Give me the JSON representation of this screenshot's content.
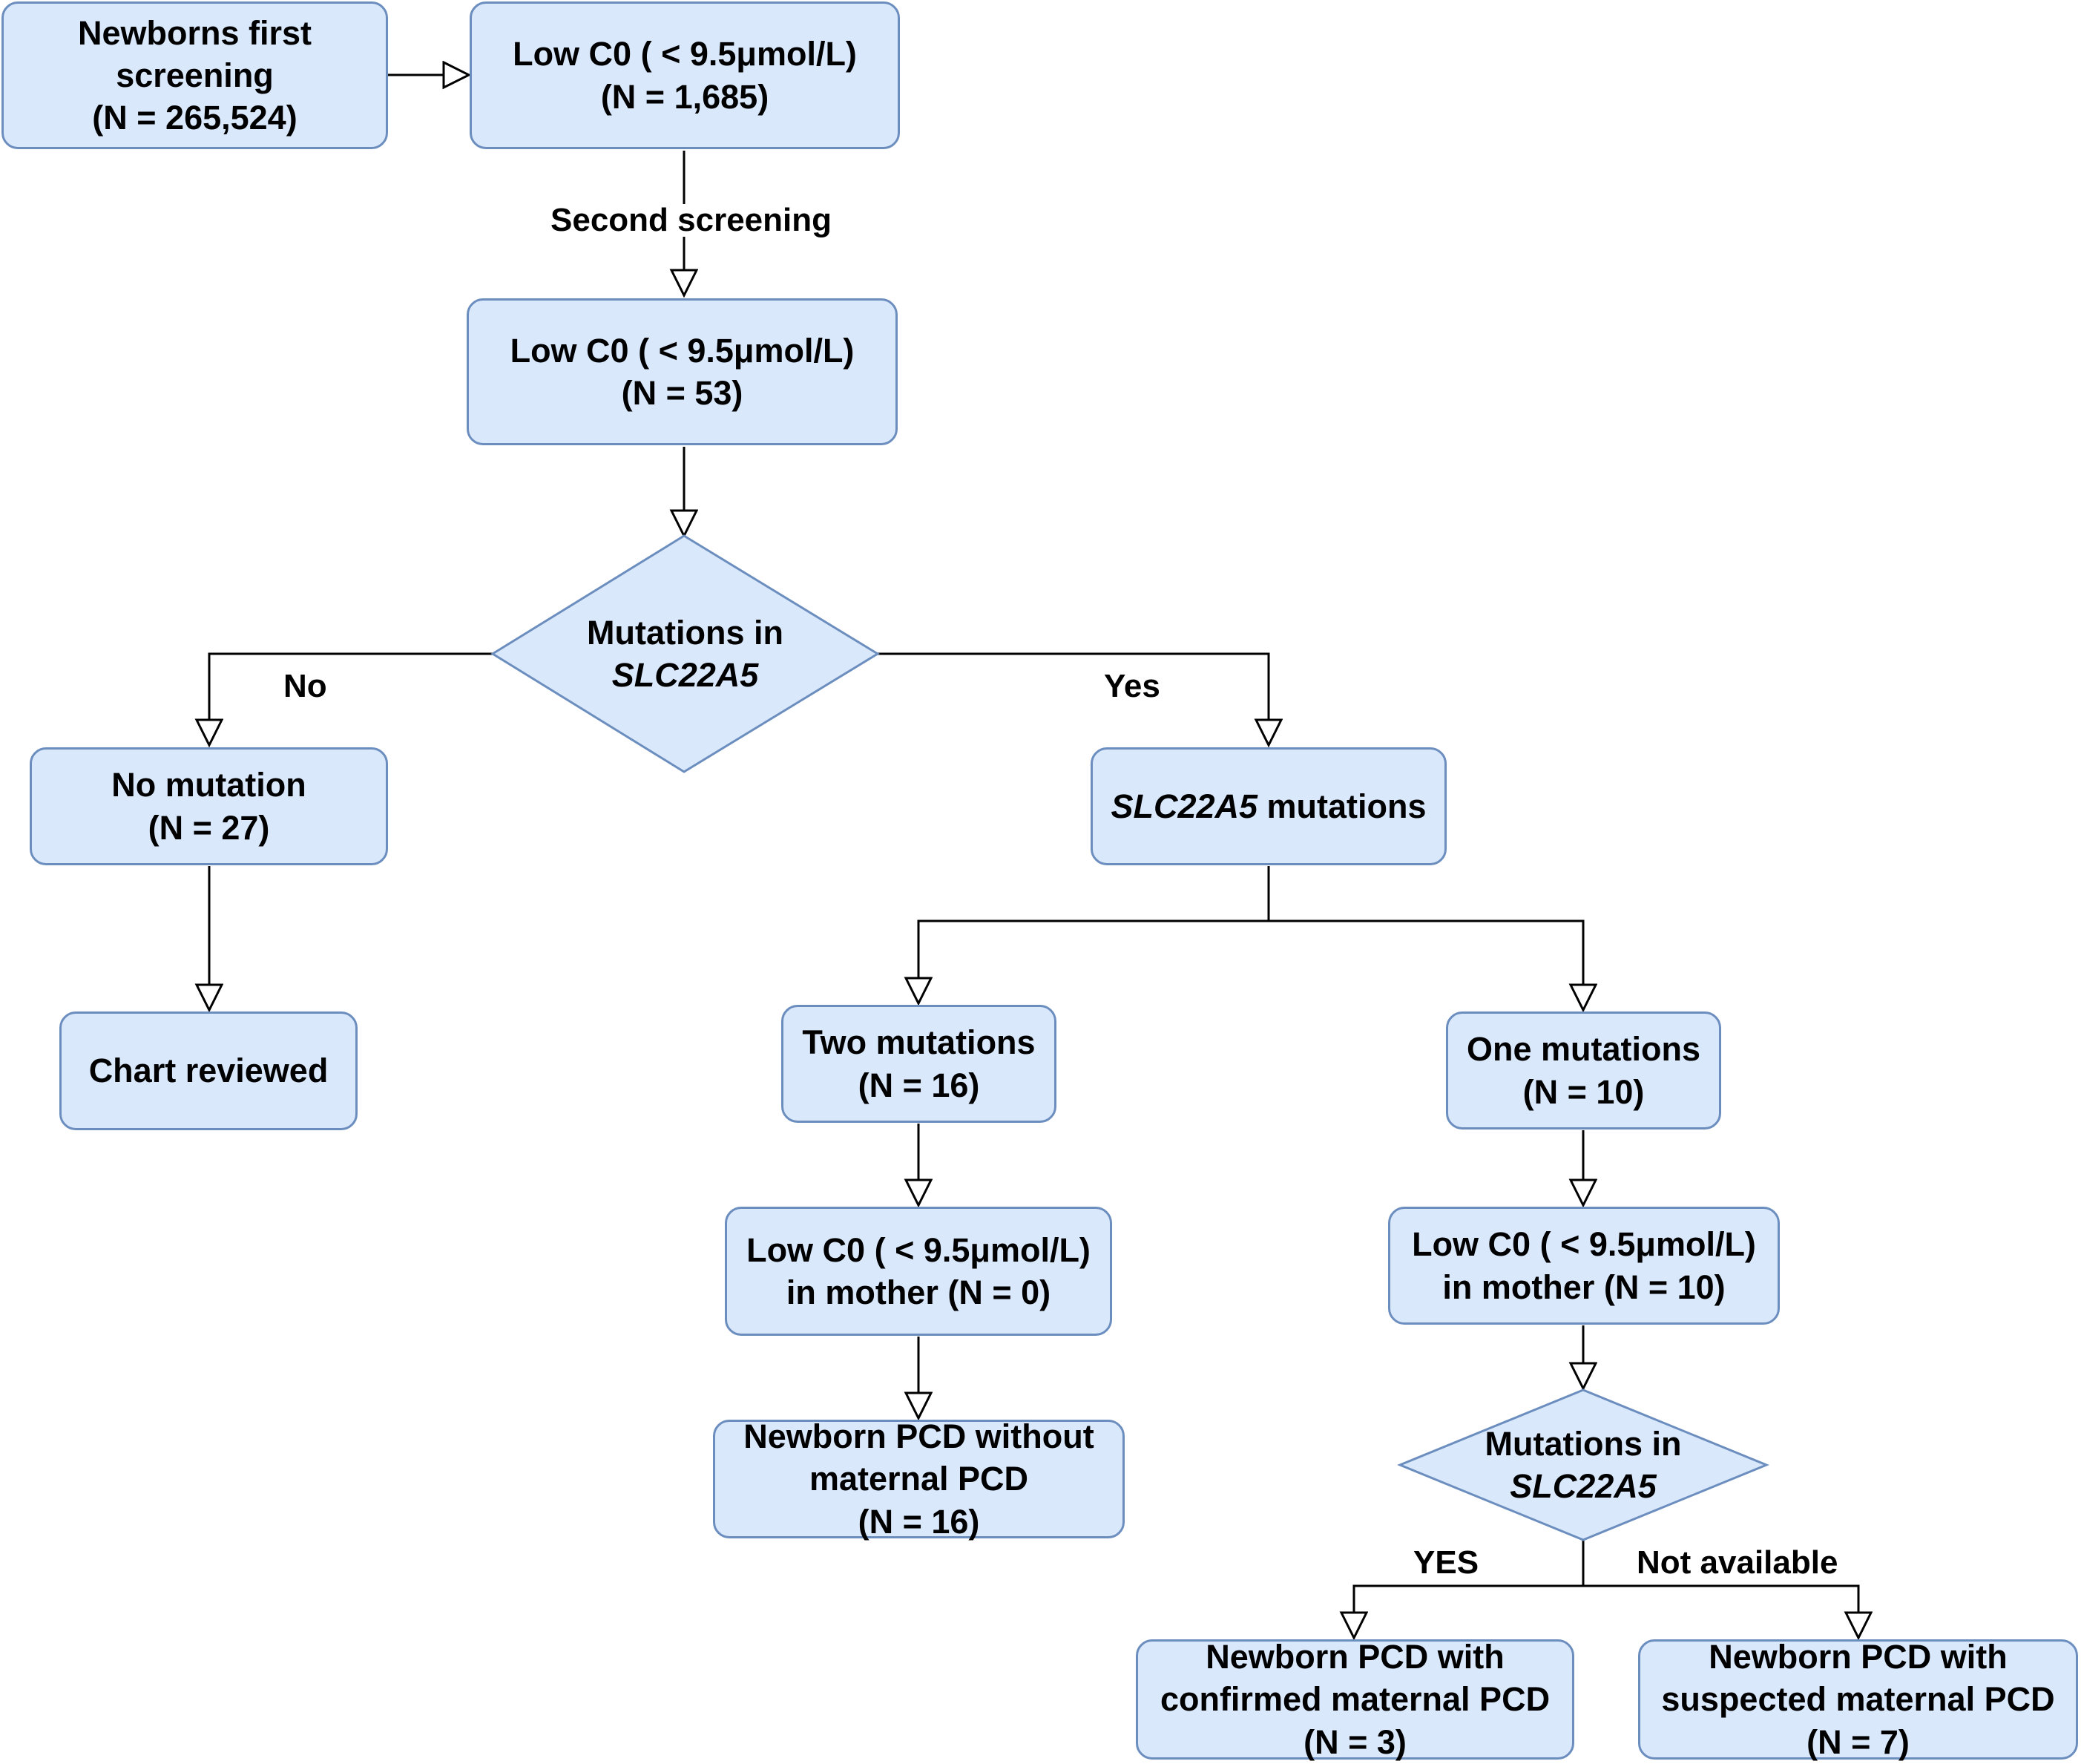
{
  "colors": {
    "node_fill": "#dae8fc",
    "node_stroke": "#6c8ebf",
    "edge": "#000000"
  },
  "nodes": {
    "first_screening": {
      "line1": "Newborns first",
      "line2": "screening",
      "line3": "(N = 265,524)"
    },
    "low_c0_first": {
      "line1": "Low C0 ( < 9.5μmol/L)",
      "line2": "(N = 1,685)"
    },
    "low_c0_second": {
      "line1": "Low C0 ( < 9.5μmol/L)",
      "line2": "(N = 53)"
    },
    "mutation_test": {
      "line1": "Mutations in",
      "line2": "SLC22A5"
    },
    "no_mutation": {
      "line1": "No mutation",
      "line2": "(N = 27)"
    },
    "chart_reviewed": {
      "line1": "Chart reviewed"
    },
    "slc_mutations": {
      "gene": "SLC22A5",
      "suffix": " mutations"
    },
    "two_mutations": {
      "line1": "Two mutations",
      "line2": "(N = 16)"
    },
    "one_mutation": {
      "line1": "One mutations",
      "line2": "(N = 10)"
    },
    "mother_low_c0_two": {
      "line1": "Low C0 ( < 9.5μmol/L)",
      "line2": "in mother (N = 0)"
    },
    "mother_low_c0_one": {
      "line1": "Low C0 ( < 9.5μmol/L)",
      "line2": "in mother (N = 10)"
    },
    "without_maternal": {
      "line1": "Newborn PCD without",
      "line2": "maternal PCD",
      "line3": "(N = 16)"
    },
    "maternal_mutation_test": {
      "line1": "Mutations in",
      "line2": "SLC22A5"
    },
    "confirmed_maternal": {
      "line1": "Newborn PCD with",
      "line2": "confirmed maternal PCD",
      "line3": "(N = 3)"
    },
    "suspected_maternal": {
      "line1": "Newborn PCD with",
      "line2": "suspected maternal PCD",
      "line3": "(N = 7)"
    }
  },
  "edge_labels": {
    "second_screening": "Second screening",
    "no": "No",
    "yes": "Yes",
    "yes_upper": "YES",
    "not_available": "Not available"
  }
}
